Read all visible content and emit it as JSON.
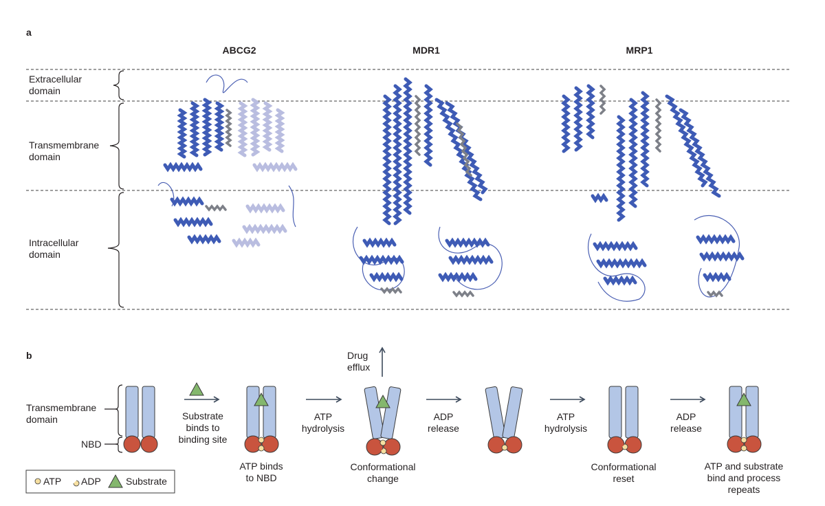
{
  "panel_a": {
    "label": "a",
    "proteins": [
      "ABCG2",
      "MDR1",
      "MRP1"
    ],
    "domains": [
      {
        "line1": "Extracellular",
        "line2": "domain"
      },
      {
        "line1": "Transmembrane",
        "line2": "domain"
      },
      {
        "line1": "Intracellular",
        "line2": "domain"
      }
    ]
  },
  "panel_b": {
    "label": "b",
    "domain_labels": {
      "transmembrane_line1": "Transmembrane",
      "transmembrane_line2": "domain",
      "nbd": "NBD"
    },
    "drug_efflux": {
      "line1": "Drug",
      "line2": "efflux"
    },
    "steps": [
      [
        "Substrate",
        "binds to",
        "binding site"
      ],
      [
        "ATP",
        "hydrolysis"
      ],
      [
        "ADP",
        "release"
      ],
      [
        "ATP",
        "hydrolysis"
      ],
      [
        "ADP",
        "release"
      ]
    ],
    "captions": [
      [
        "ATP binds",
        "to NBD"
      ],
      [
        "Conformational",
        "change"
      ],
      [
        "Conformational",
        "reset"
      ],
      [
        "ATP and substrate",
        "bind and process",
        "repeats"
      ]
    ],
    "legend": {
      "atp": "ATP",
      "adp": "ADP",
      "substrate": "Substrate"
    },
    "colors": {
      "tm_bar": "#b3c6e6",
      "nbd": "#c9543e",
      "atp": "#f6dfa0",
      "substrate": "#84b76d",
      "helix": "#3e5bb5"
    }
  }
}
